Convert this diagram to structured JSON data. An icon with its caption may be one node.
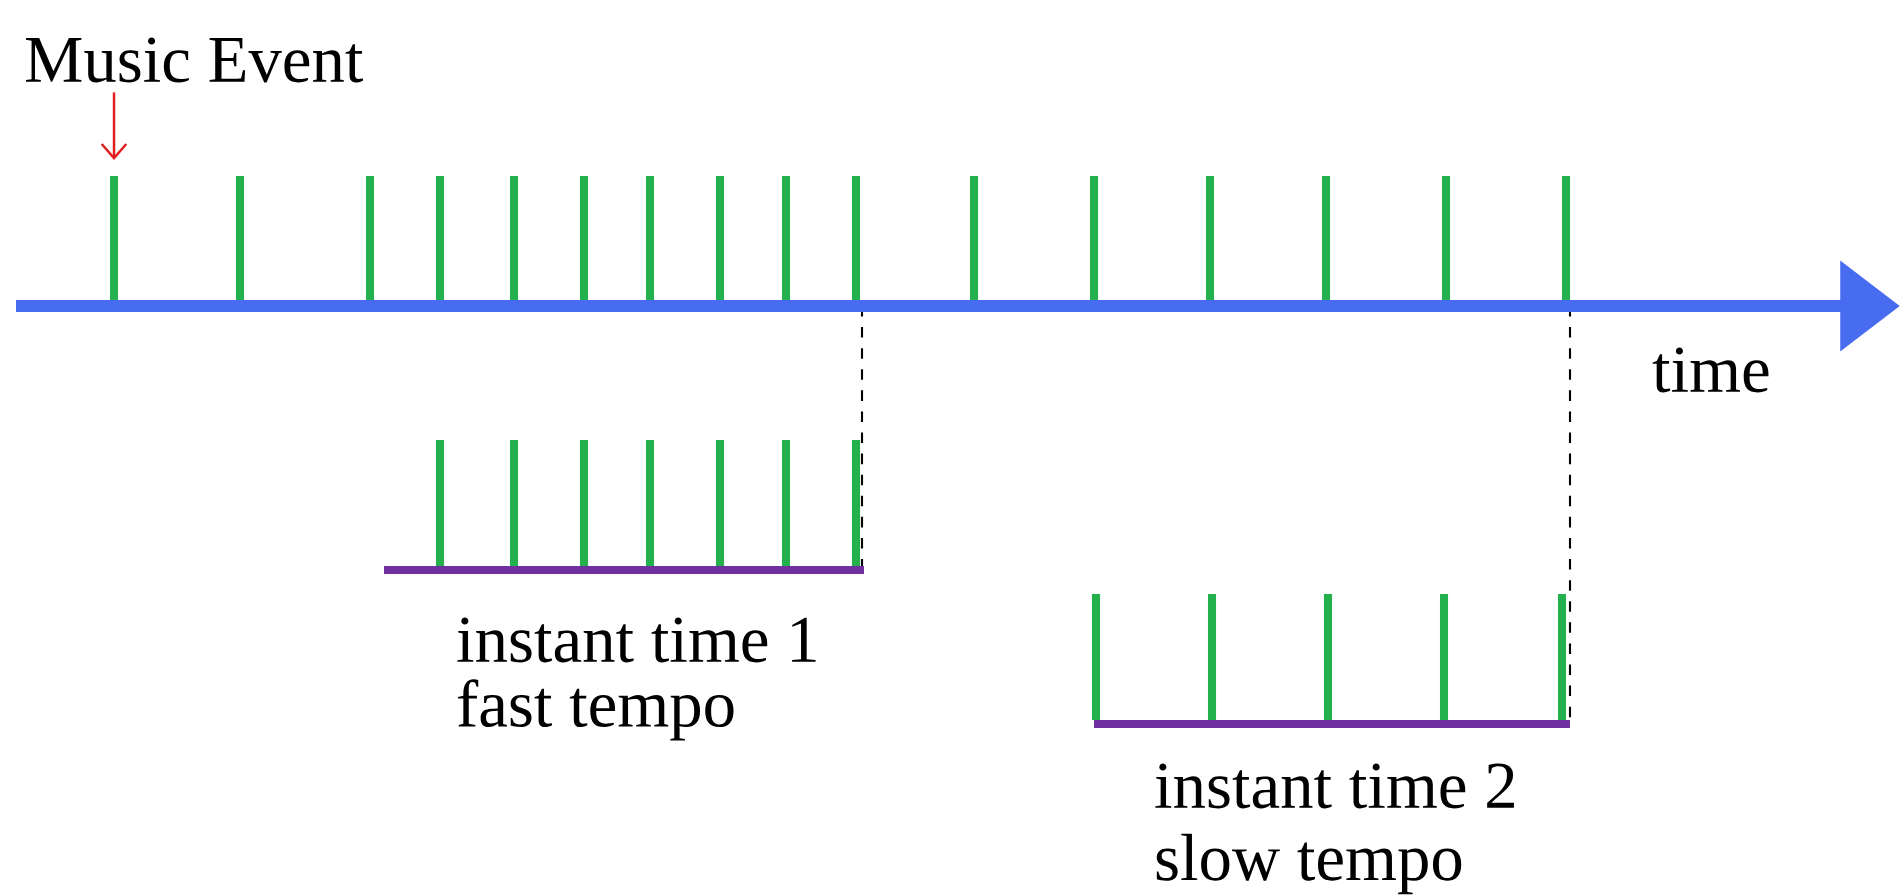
{
  "diagram": {
    "nodes": [
      {
        "text": [
          "Music Event"
        ]
      },
      {
        "text": [],
        "shape": "bar"
      }
    ],
    "edges": [
      {
        "from": 0,
        "to": 1,
        "arrow": "to",
        "color": "#e02020"
      }
    ],
    "labels": [
      "time",
      "instant time 1",
      "fast tempo",
      "instant time 2",
      "slow tempo"
    ]
  }
}
